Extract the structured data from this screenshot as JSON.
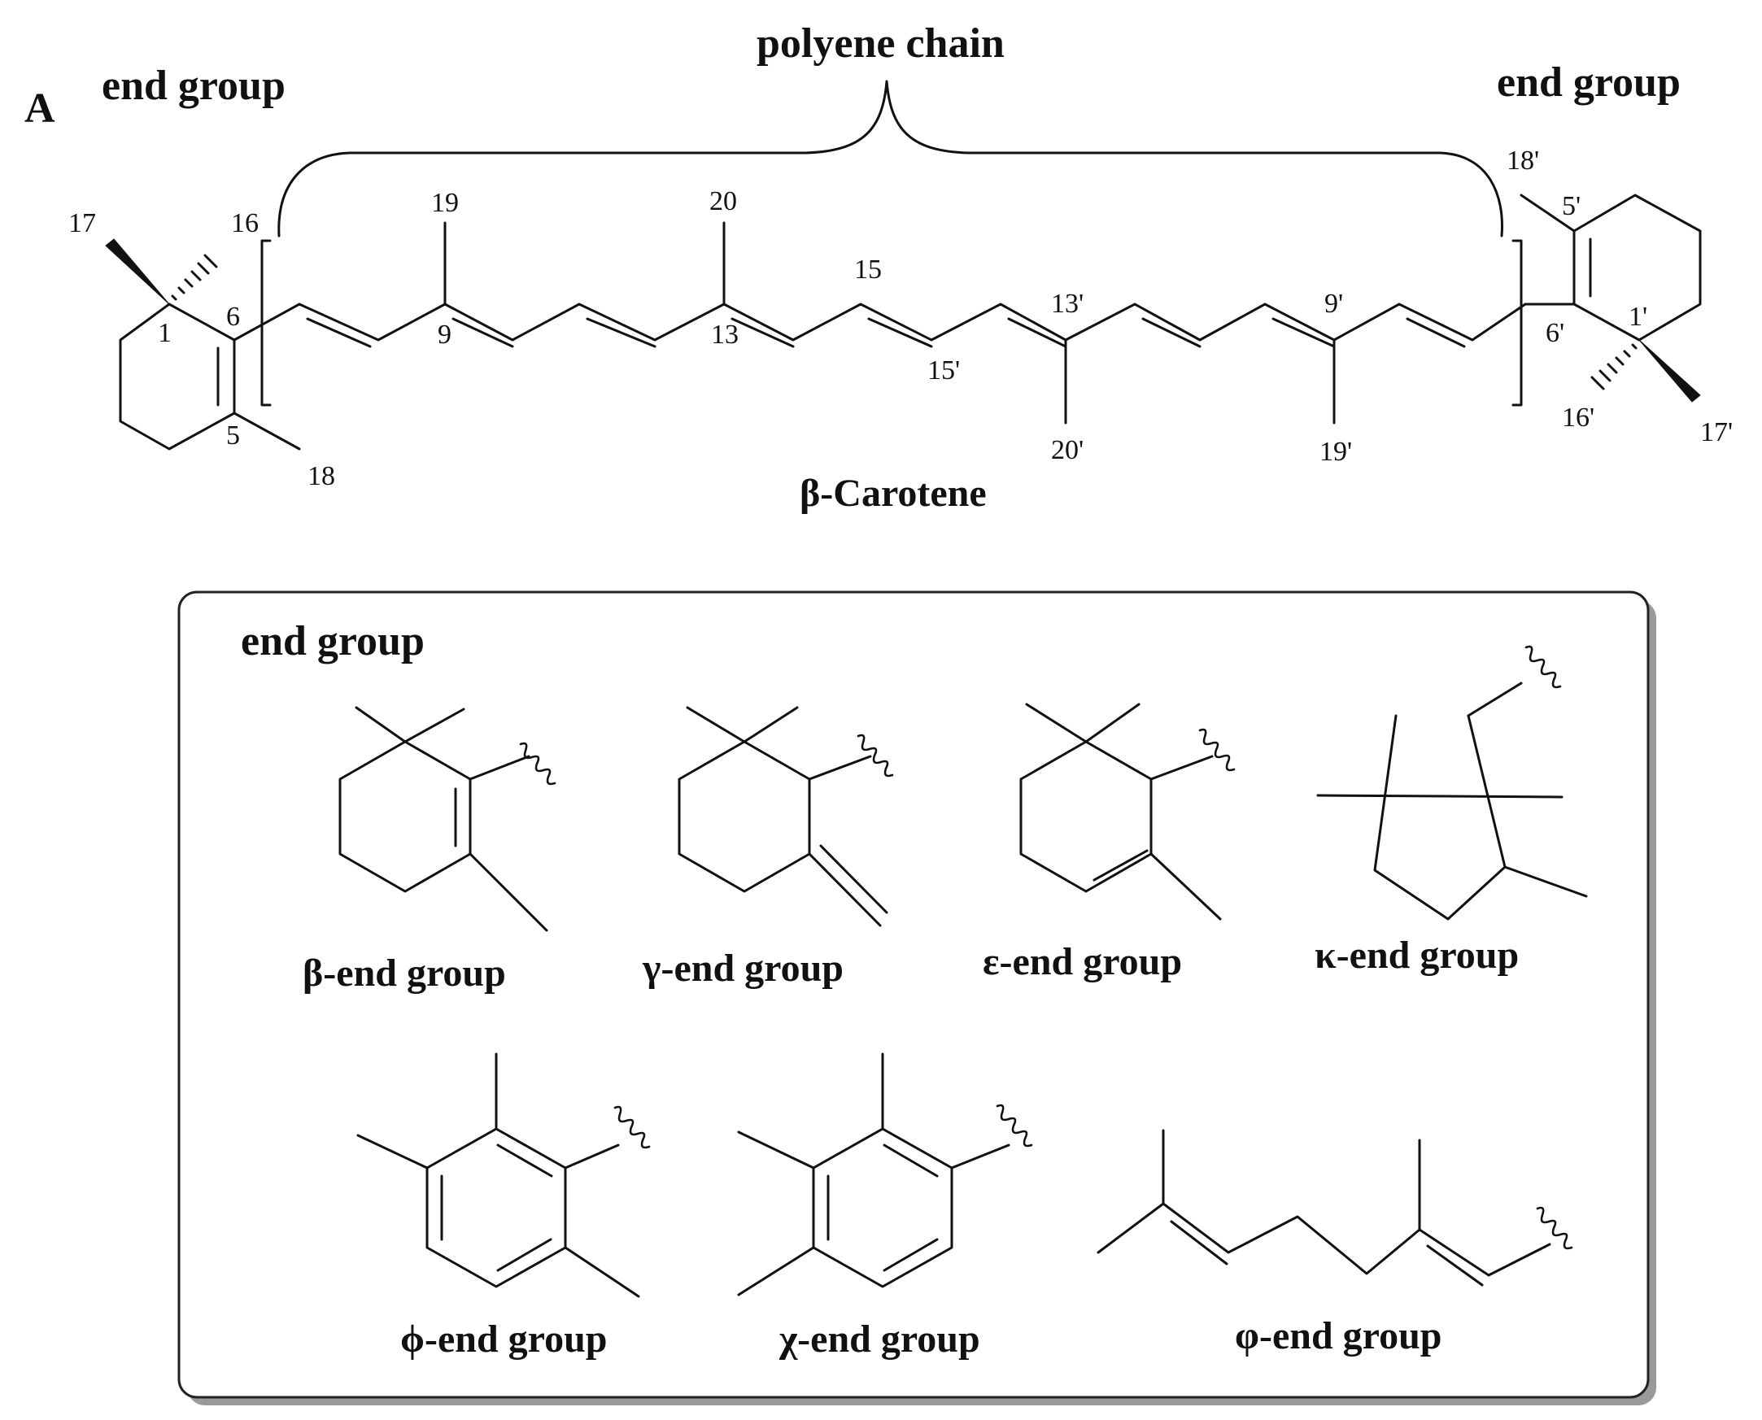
{
  "panel_letter": "A",
  "main": {
    "left_end_group_label": "end group",
    "right_end_group_label": "end group",
    "polyene_chain_label": "polyene chain",
    "molecule_name": "β-Carotene",
    "locants": {
      "c17": "17",
      "c16": "16",
      "c1": "1",
      "c6": "6",
      "c5": "5",
      "c18": "18",
      "c19": "19",
      "c9": "9",
      "c20": "20",
      "c13": "13",
      "c15": "15",
      "c15p": "15'",
      "c13p": "13'",
      "c20p": "20'",
      "c9p": "9'",
      "c19p": "19'",
      "c18p": "18'",
      "c5p": "5'",
      "c6p": "6'",
      "c1p": "1'",
      "c16p": "16'",
      "c17p": "17'"
    }
  },
  "end_group_panel": {
    "title": "end group",
    "groups": {
      "beta": "β-end group",
      "gamma": "γ-end group",
      "epsilon": "ε-end group",
      "kappa": "κ-end group",
      "phi": "ϕ-end group",
      "chi": "χ-end group",
      "psi": "φ-end group"
    }
  }
}
